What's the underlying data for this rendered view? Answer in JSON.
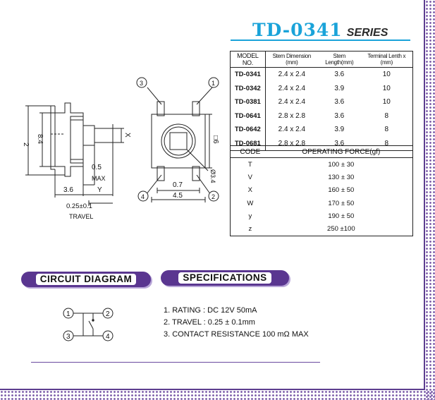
{
  "title": {
    "model": "TD-0341",
    "series": "SERIES"
  },
  "models_table": {
    "headers": [
      "MODEL NO.",
      "Stem Dimension (mm)",
      "Stem Length(mm)",
      "Terminal Lenth x (mm)"
    ],
    "rows": [
      [
        "TD-0341",
        "2.4 x 2.4",
        "3.6",
        "10"
      ],
      [
        "TD-0342",
        "2.4 x 2.4",
        "3.9",
        "10"
      ],
      [
        "TD-0381",
        "2.4 x 2.4",
        "3.6",
        "10"
      ],
      [
        "TD-0641",
        "2.8 x 2.8",
        "3.6",
        "8"
      ],
      [
        "TD-0642",
        "2.4 x 2.4",
        "3.9",
        "8"
      ],
      [
        "TD-0681",
        "2.8 x 2.8",
        "3.6",
        "8"
      ]
    ]
  },
  "force_table": {
    "headers": [
      "CODE",
      "OPERATING FORCE(gf)"
    ],
    "rows": [
      [
        "T",
        "100 ± 30"
      ],
      [
        "V",
        "130 ± 30"
      ],
      [
        "X",
        "160 ± 50"
      ],
      [
        "W",
        "170 ± 50"
      ],
      [
        "y",
        "190 ± 50"
      ],
      [
        "z",
        "250 ±100"
      ]
    ]
  },
  "sections": {
    "circuit": "CIRCUIT DIAGRAM",
    "specs": "SPECIFICATIONS"
  },
  "specifications": [
    "1. RATING : DC 12V  50mA",
    "2. TRAVEL : 0.25 ± 0.1mm",
    "3. CONTACT RESISTANCE 100 mΩ MAX"
  ],
  "side_view": {
    "dim_height": "2",
    "dim_body": "8.4",
    "dim_x": "X",
    "dim_stroke": "0.5",
    "dim_stroke_note": "MAX",
    "dim_left": "3.6",
    "dim_y": "Y",
    "travel": "0.25±0.1",
    "travel_label": "TRAVEL"
  },
  "top_view": {
    "pins": [
      "1",
      "2",
      "3",
      "4"
    ],
    "dim_square": "□6",
    "dim_hole": "Ø3.4",
    "dim_pitch": "0.7",
    "dim_width": "4.5"
  },
  "circuit": {
    "pins": [
      "1",
      "2",
      "3",
      "4"
    ]
  },
  "colors": {
    "accent": "#1aa3d9",
    "pill": "#5a3690",
    "frame": "#7a5aa8"
  }
}
